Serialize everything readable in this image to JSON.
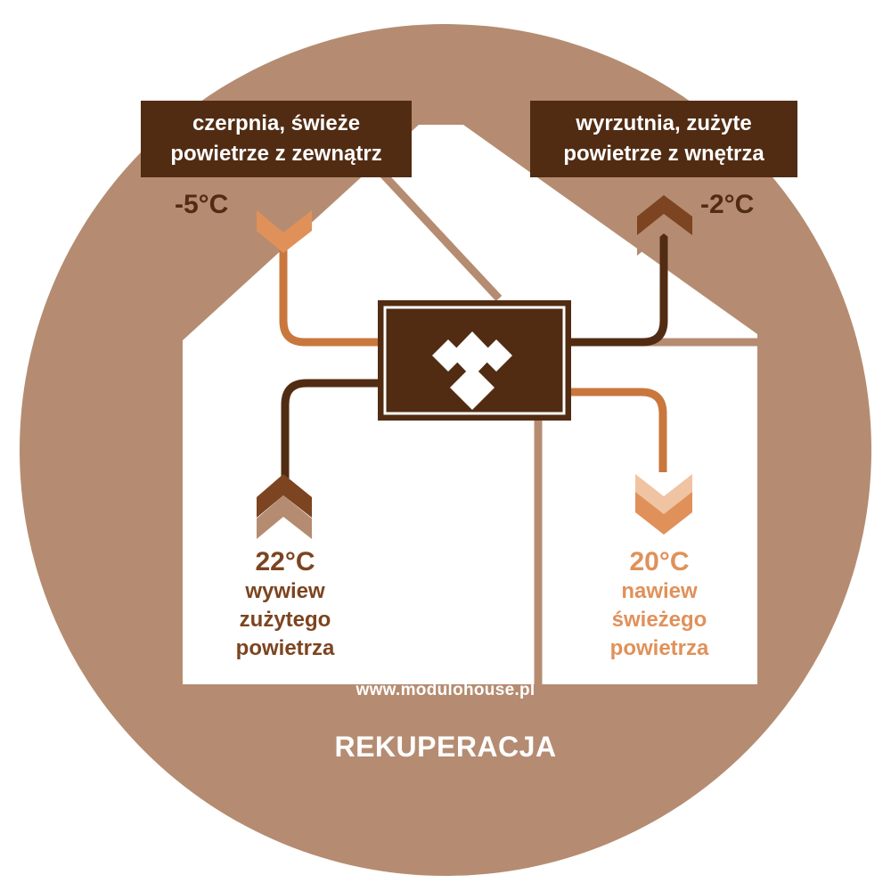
{
  "intake": {
    "line1": "czerpnia, świeże",
    "line2": "powietrze z zewnątrz",
    "temperature": "-5°C"
  },
  "exhaust": {
    "line1": "wyrzutnia, zużyte",
    "line2": "powietrze z wnętrza",
    "temperature": "-2°C"
  },
  "extract": {
    "temperature": "22°C",
    "line1": "wywiew",
    "line2": "zużytego",
    "line3": "powietrza"
  },
  "supply": {
    "temperature": "20°C",
    "line1": "nawiew",
    "line2": "świeżego",
    "line3": "powietrza"
  },
  "website": "www.modulohouse.pl",
  "title": "REKUPERACJA",
  "colors": {
    "circle": "#b58c71",
    "dark_brown": "#512c13",
    "medium_brown": "#7c4420",
    "orange": "#c9773d",
    "light_orange": "#e0915a",
    "house": "#ffffff"
  },
  "icons": [
    "heat-exchanger-icon",
    "chevron-down-icon",
    "chevron-up-icon"
  ]
}
